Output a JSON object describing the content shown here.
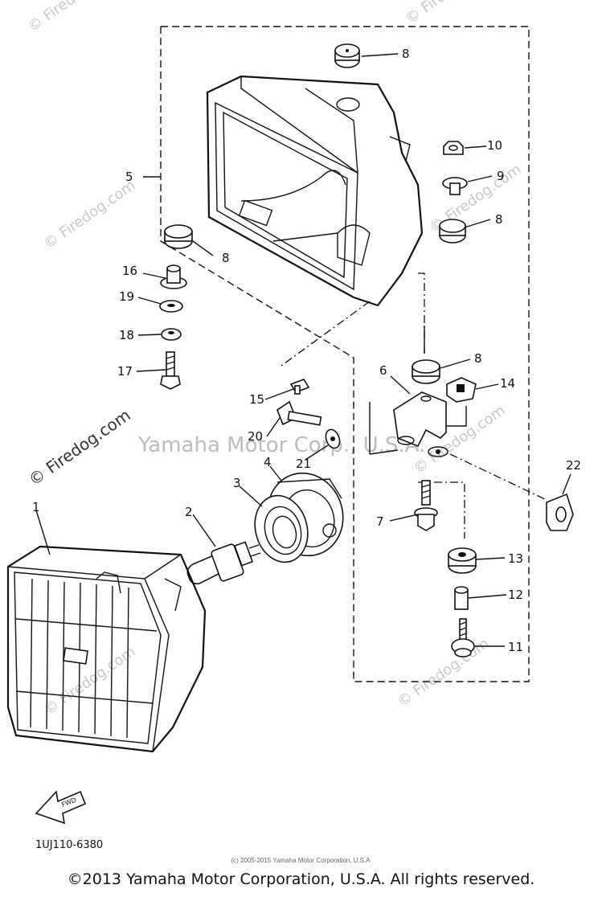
{
  "watermarks": {
    "site": "© Firedog.com",
    "center": "Yamaha Motor Corp., U.S.A."
  },
  "callouts": {
    "p1": "1",
    "p2": "2",
    "p3": "3",
    "p4": "4",
    "p5": "5",
    "p6": "6",
    "p7": "7",
    "p8a": "8",
    "p8b": "8",
    "p8c": "8",
    "p8d": "8",
    "p9": "9",
    "p10": "10",
    "p11": "11",
    "p12": "12",
    "p13": "13",
    "p14": "14",
    "p15": "15",
    "p16": "16",
    "p17": "17",
    "p18": "18",
    "p19": "19",
    "p20": "20",
    "p21": "21",
    "p22": "22"
  },
  "diagram_code": "1UJ110-6380",
  "fwd_label": "FWD",
  "small_copyright": "(c) 2005-2015 Yamaha Motor Corporation, U.S.A",
  "copyright": "©2013 Yamaha Motor Corporation, U.S.A. All rights reserved."
}
